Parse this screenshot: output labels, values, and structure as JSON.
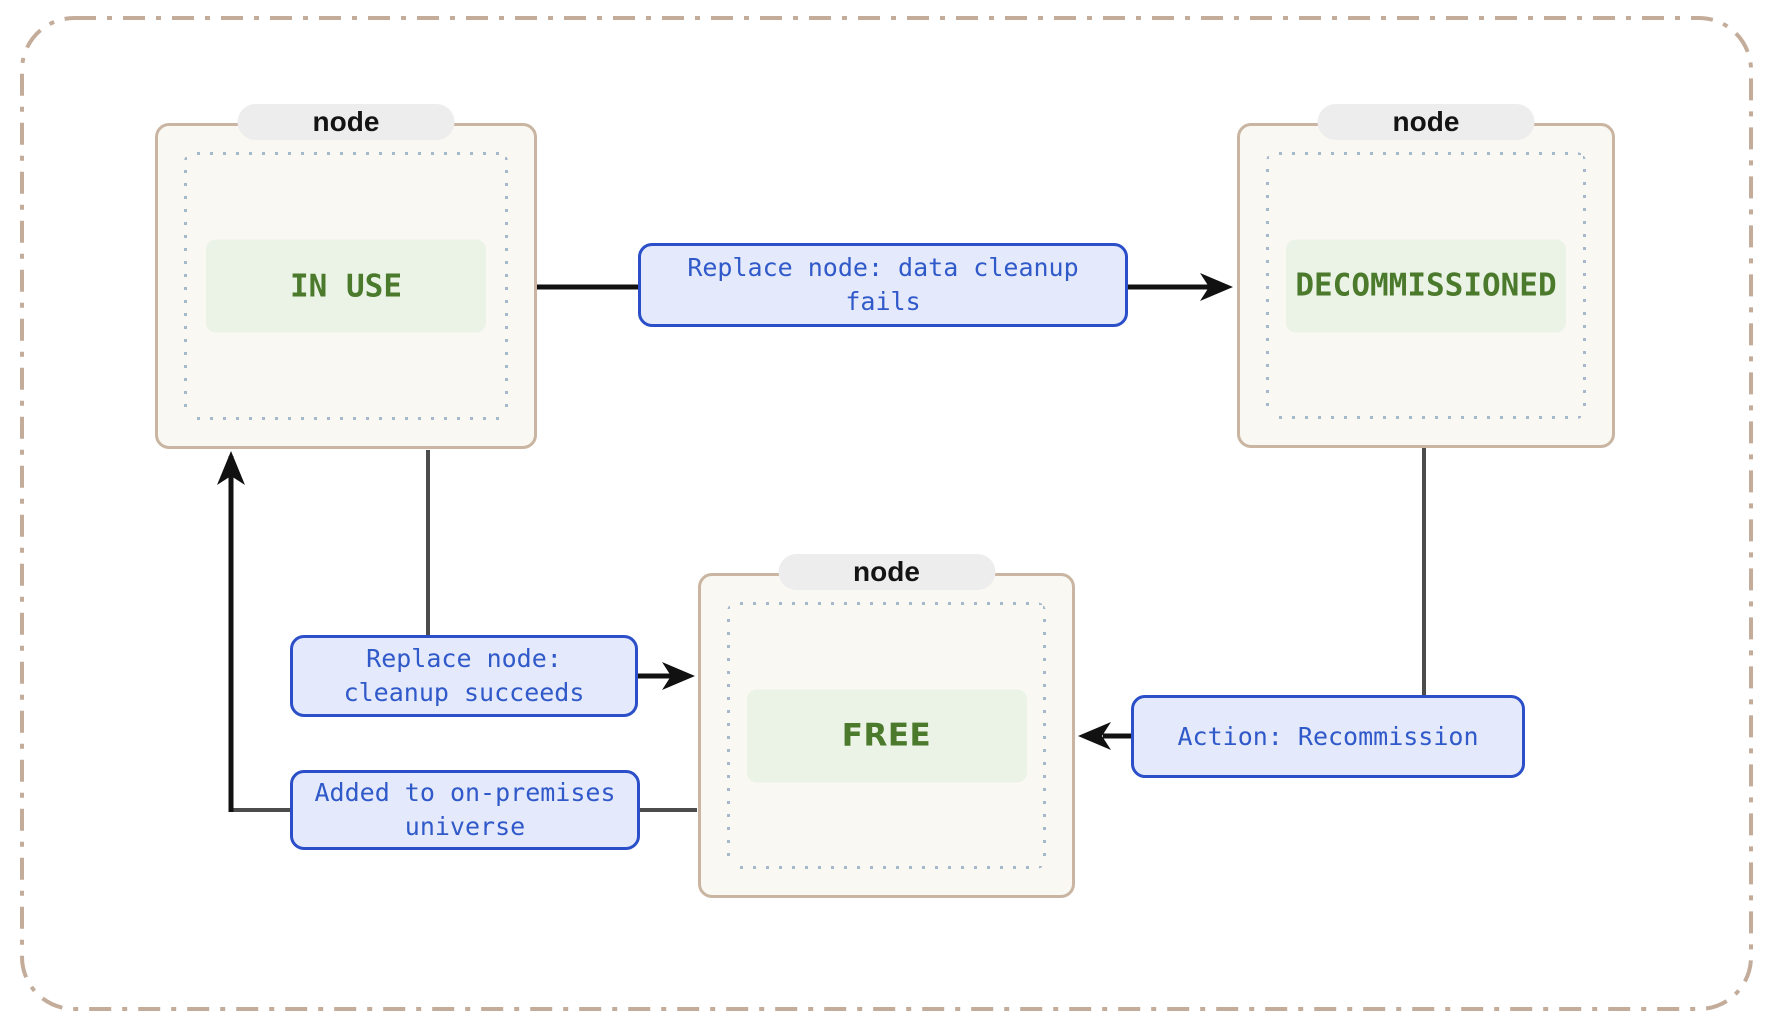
{
  "nodes": [
    {
      "badge": "node",
      "state": "IN USE"
    },
    {
      "badge": "node",
      "state": "DECOMMISSIONED"
    },
    {
      "badge": "node",
      "state": "FREE"
    }
  ],
  "edges": [
    {
      "from": "IN USE",
      "to": "DECOMMISSIONED",
      "label": "Replace node: data cleanup fails",
      "line1": "Replace node: data cleanup",
      "line2": "fails"
    },
    {
      "from": "IN USE",
      "to": "FREE",
      "label": "Replace node: cleanup succeeds",
      "line1": "Replace node:",
      "line2": "cleanup succeeds"
    },
    {
      "from": "FREE",
      "to": "IN USE",
      "label": "Added to on-premises universe",
      "line1": "Added to on-premises",
      "line2": "universe"
    },
    {
      "from": "DECOMMISSIONED",
      "to": "FREE",
      "label": "Action: Recommission",
      "line1": "Action: Recommission"
    }
  ],
  "colors": {
    "node_border": "#c9b5a1",
    "node_fill": "#faf8f3",
    "badge_fill": "#ededed",
    "badge_text": "#141414",
    "state_text": "#4b7a2c",
    "state_fill": "#eaf3e6",
    "dotted_border": "#a6b8cb",
    "edge_label_fill": "#e4eafb",
    "edge_label_border": "#2b4ec9",
    "edge_label_text": "#3059c9",
    "outer_frame": "#c3ac9a",
    "arrow_line": "#111111",
    "plain_line": "#4c4c4c"
  }
}
